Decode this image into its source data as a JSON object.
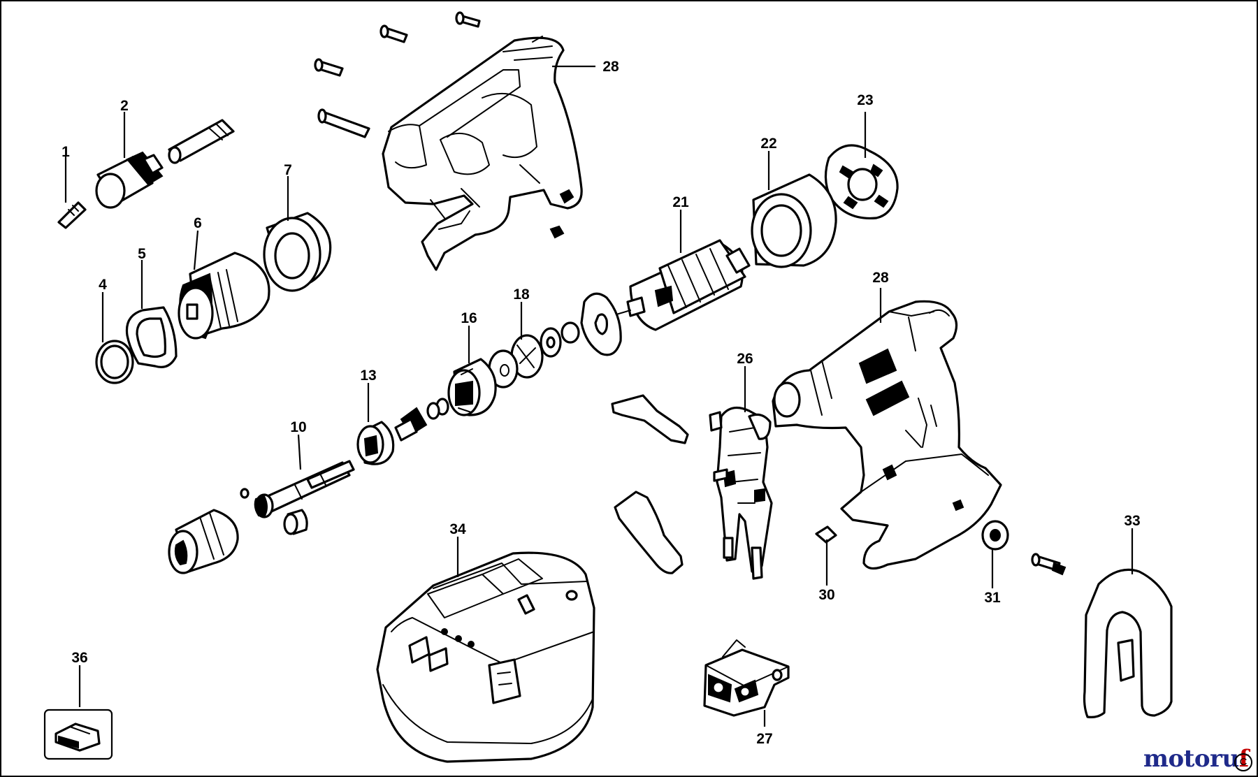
{
  "callouts": {
    "c1": "1",
    "c2": "2",
    "c4": "4",
    "c5": "5",
    "c6": "6",
    "c7": "7",
    "c10": "10",
    "c13": "13",
    "c16": "16",
    "c18": "18",
    "c21": "21",
    "c22": "22",
    "c23": "23",
    "c26": "26",
    "c27": "27",
    "c28a": "28",
    "c28b": "28",
    "c30": "30",
    "c31": "31",
    "c33": "33",
    "c34": "34",
    "c36": "36"
  },
  "watermark": {
    "brand_main": "motoru",
    "brand_accent": "f",
    "copyright": "C"
  },
  "colors": {
    "line": "#000000",
    "background": "#ffffff",
    "brand": "#1f2a8a",
    "brand_accent": "#c40000"
  }
}
